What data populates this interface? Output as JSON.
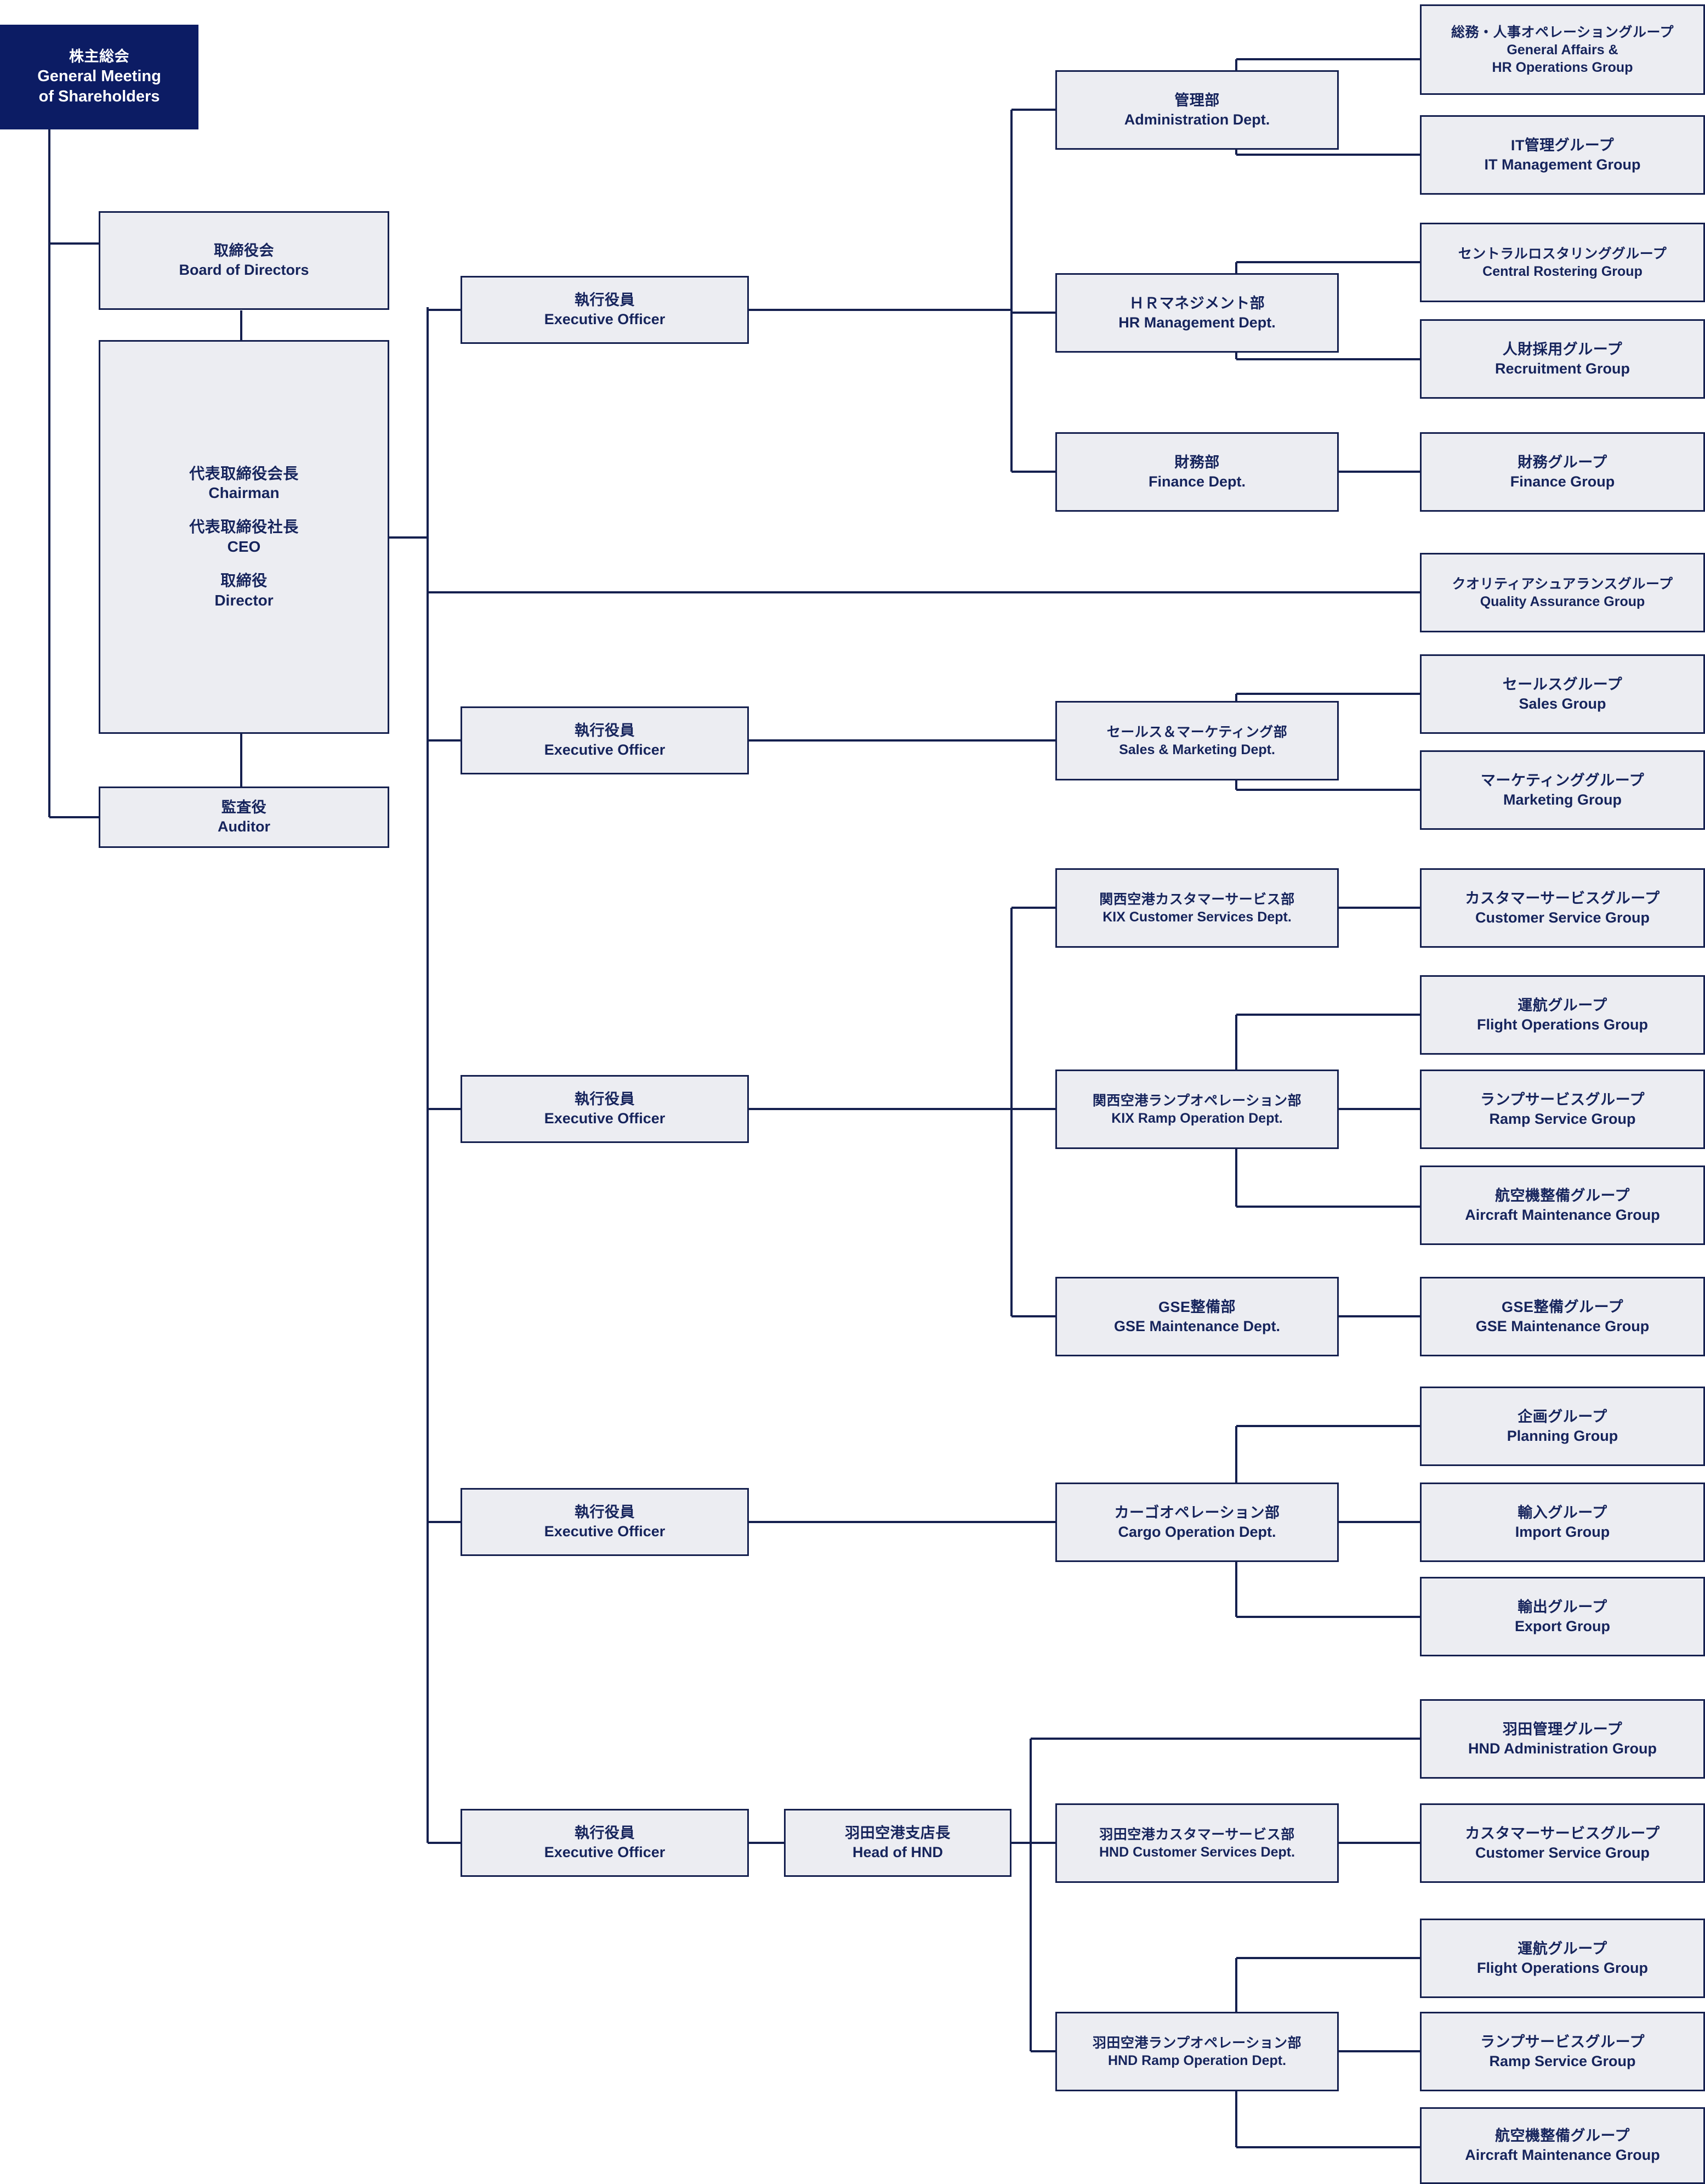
{
  "meta": {
    "colors": {
      "root_fill": "#0c1c64",
      "node_fill": "#ecedf2",
      "node_border": "#15204f",
      "node_text": "#16245c",
      "root_text": "#ffffff",
      "line": "#15204f"
    }
  },
  "nodes": {
    "shareholders": {
      "jp": "株主総会",
      "en_line1": "General Meeting",
      "en_line2": "of Shareholders"
    },
    "board": {
      "jp": "取締役会",
      "en": "Board of Directors"
    },
    "ceo": {
      "roles": [
        {
          "jp": "代表取締役会長",
          "en": "Chairman"
        },
        {
          "jp": "代表取締役社長",
          "en": "CEO"
        },
        {
          "jp": "取締役",
          "en": "Director"
        }
      ]
    },
    "auditor": {
      "jp": "監査役",
      "en": "Auditor"
    },
    "exec1": {
      "jp": "執行役員",
      "en": "Executive Officer"
    },
    "exec2": {
      "jp": "執行役員",
      "en": "Executive Officer"
    },
    "exec3": {
      "jp": "執行役員",
      "en": "Executive Officer"
    },
    "exec4": {
      "jp": "執行役員",
      "en": "Executive Officer"
    },
    "exec5": {
      "jp": "執行役員",
      "en": "Executive Officer"
    },
    "head_hnd": {
      "jp": "羽田空港支店長",
      "en": "Head of HND"
    },
    "admin_dept": {
      "jp": "管理部",
      "en": "Administration Dept."
    },
    "hr_dept": {
      "jp": "ＨＲマネジメント部",
      "en": "HR Management Dept."
    },
    "finance_dept": {
      "jp": "財務部",
      "en": "Finance Dept."
    },
    "sales_dept": {
      "jp": "セールス＆マーケティング部",
      "en": "Sales & Marketing Dept."
    },
    "kix_cs_dept": {
      "jp": "関西空港カスタマーサービス部",
      "en": "KIX Customer Services Dept."
    },
    "kix_ramp_dept": {
      "jp": "関西空港ランプオペレーション部",
      "en": "KIX Ramp Operation Dept."
    },
    "gse_dept": {
      "jp": "GSE整備部",
      "en": "GSE Maintenance Dept."
    },
    "cargo_dept": {
      "jp": "カーゴオペレーション部",
      "en": "Cargo Operation Dept."
    },
    "hnd_cs_dept": {
      "jp": "羽田空港カスタマーサービス部",
      "en": "HND Customer Services Dept."
    },
    "hnd_ramp_dept": {
      "jp": "羽田空港ランプオペレーション部",
      "en": "HND Ramp Operation Dept."
    },
    "ga_hr_group": {
      "jp": "総務・人事オペレーショングループ",
      "en_line1": "General Affairs &",
      "en_line2": "HR Operations Group"
    },
    "it_group": {
      "jp": "IT管理グループ",
      "en": "IT Management Group"
    },
    "rostering_group": {
      "jp": "セントラルロスタリンググループ",
      "en": "Central Rostering Group"
    },
    "recruit_group": {
      "jp": "人財採用グループ",
      "en": "Recruitment Group"
    },
    "finance_group": {
      "jp": "財務グループ",
      "en": "Finance Group"
    },
    "qa_group": {
      "jp": "クオリティアシュアランスグループ",
      "en": "Quality Assurance Group"
    },
    "sales_group": {
      "jp": "セールスグループ",
      "en": "Sales Group"
    },
    "marketing_group": {
      "jp": "マーケティンググループ",
      "en": "Marketing Group"
    },
    "kix_cs_group": {
      "jp": "カスタマーサービスグループ",
      "en": "Customer Service Group"
    },
    "kix_flight_group": {
      "jp": "運航グループ",
      "en": "Flight Operations Group"
    },
    "kix_ramp_group": {
      "jp": "ランプサービスグループ",
      "en": "Ramp Service Group"
    },
    "kix_acmaint_group": {
      "jp": "航空機整備グループ",
      "en": "Aircraft Maintenance Group"
    },
    "gse_group": {
      "jp": "GSE整備グループ",
      "en": "GSE Maintenance Group"
    },
    "planning_group": {
      "jp": "企画グループ",
      "en": "Planning Group"
    },
    "import_group": {
      "jp": "輸入グループ",
      "en": "Import Group"
    },
    "export_group": {
      "jp": "輸出グループ",
      "en": "Export Group"
    },
    "hnd_admin_group": {
      "jp": "羽田管理グループ",
      "en": "HND Administration Group"
    },
    "hnd_cs_group": {
      "jp": "カスタマーサービスグループ",
      "en": "Customer Service Group"
    },
    "hnd_flight_group": {
      "jp": "運航グループ",
      "en": "Flight Operations Group"
    },
    "hnd_ramp_group": {
      "jp": "ランプサービスグループ",
      "en": "Ramp Service Group"
    },
    "hnd_acmaint_group": {
      "jp": "航空機整備グループ",
      "en": "Aircraft Maintenance Group"
    }
  }
}
